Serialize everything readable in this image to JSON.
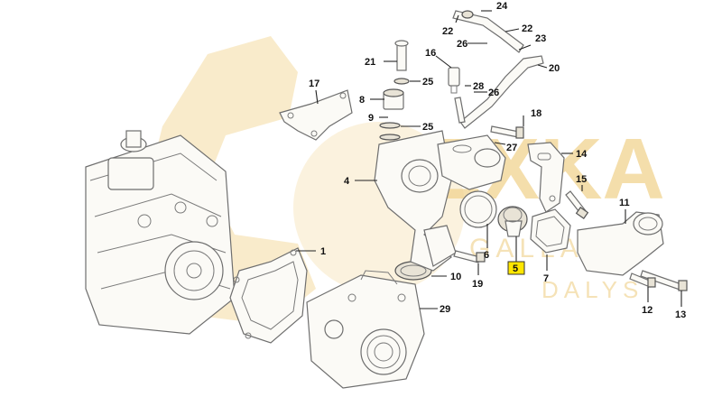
{
  "watermark": {
    "brand": "EXKA",
    "sub1": "GALLA",
    "sub2": "DALYS",
    "color": "#f1d390"
  },
  "highlight": {
    "label": "5",
    "color": "#ffe600"
  },
  "callouts": [
    {
      "id": "c1",
      "label": "1"
    },
    {
      "id": "c4",
      "label": "4"
    },
    {
      "id": "c6",
      "label": "6"
    },
    {
      "id": "c7",
      "label": "7"
    },
    {
      "id": "c8",
      "label": "8"
    },
    {
      "id": "c9",
      "label": "9"
    },
    {
      "id": "c10",
      "label": "10"
    },
    {
      "id": "c11",
      "label": "11"
    },
    {
      "id": "c12",
      "label": "12"
    },
    {
      "id": "c13",
      "label": "13"
    },
    {
      "id": "c14",
      "label": "14"
    },
    {
      "id": "c15",
      "label": "15"
    },
    {
      "id": "c16",
      "label": "16"
    },
    {
      "id": "c17",
      "label": "17"
    },
    {
      "id": "c18",
      "label": "18"
    },
    {
      "id": "c19",
      "label": "19"
    },
    {
      "id": "c20",
      "label": "20"
    },
    {
      "id": "c21",
      "label": "21"
    },
    {
      "id": "c22a",
      "label": "22"
    },
    {
      "id": "c22b",
      "label": "22"
    },
    {
      "id": "c23",
      "label": "23"
    },
    {
      "id": "c24",
      "label": "24"
    },
    {
      "id": "c25a",
      "label": "25"
    },
    {
      "id": "c25b",
      "label": "25"
    },
    {
      "id": "c26a",
      "label": "26"
    },
    {
      "id": "c26b",
      "label": "26"
    },
    {
      "id": "c27",
      "label": "27"
    },
    {
      "id": "c28",
      "label": "28"
    },
    {
      "id": "c29",
      "label": "29"
    }
  ]
}
